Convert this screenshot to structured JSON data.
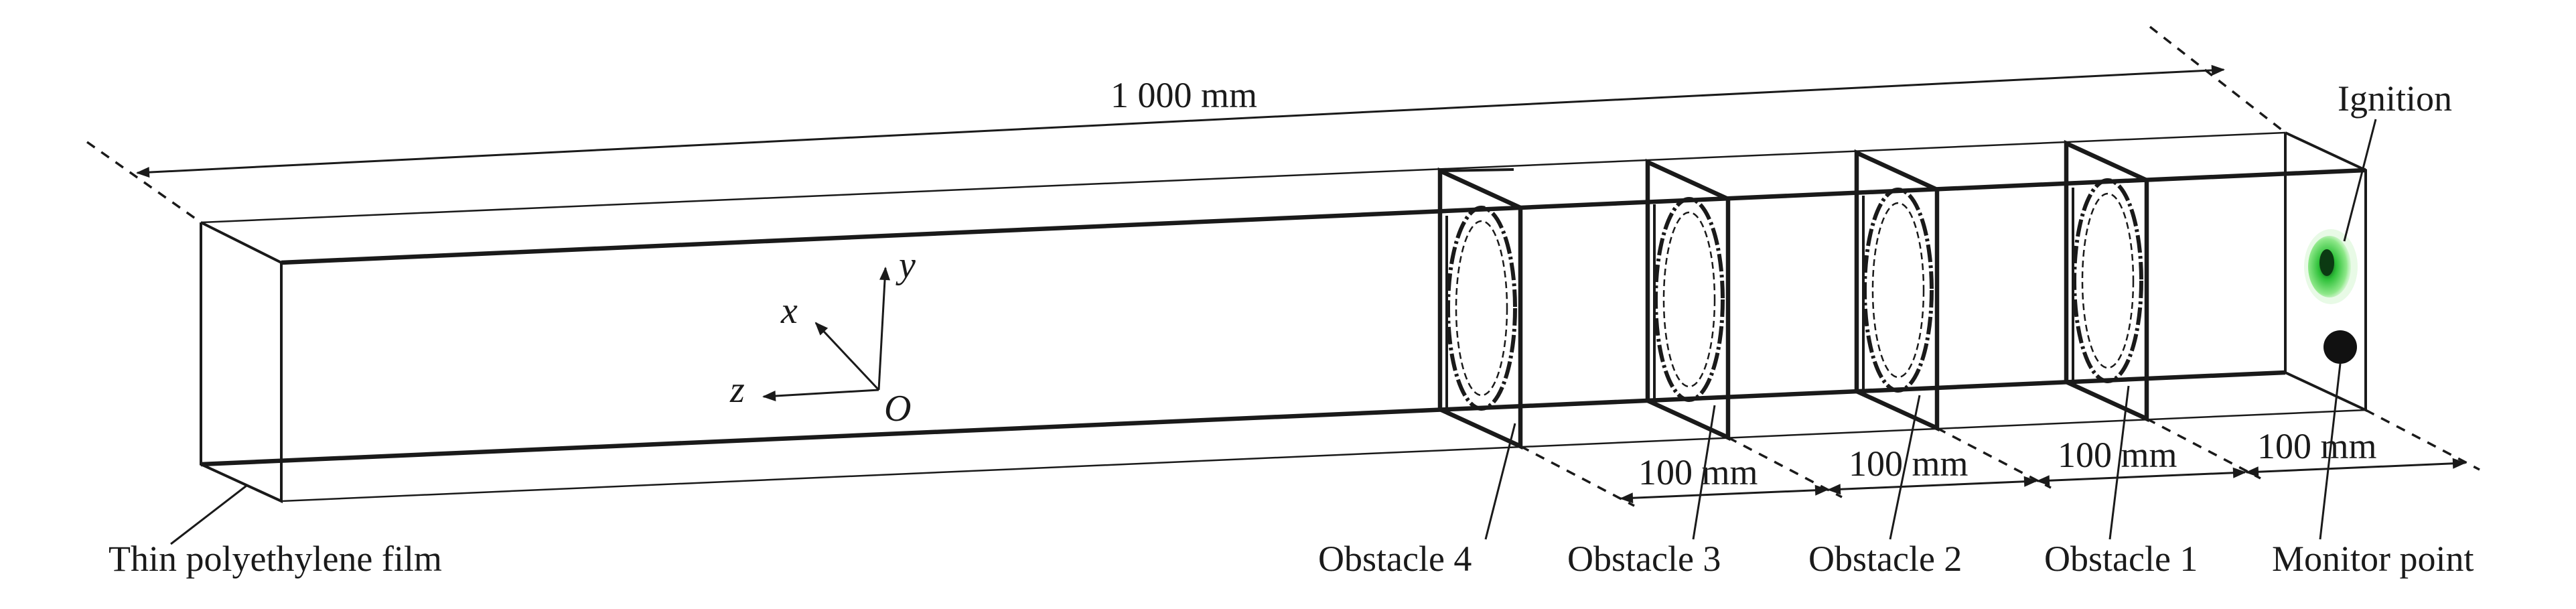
{
  "dimensions": {
    "total_length": "1 000 mm",
    "spacing_1": "100 mm",
    "spacing_2": "100 mm",
    "spacing_3": "100 mm",
    "spacing_4": "100 mm"
  },
  "axes": {
    "x": "x",
    "y": "y",
    "z": "z",
    "origin": "O"
  },
  "labels": {
    "film": "Thin polyethylene film",
    "obstacle_4": "Obstacle 4",
    "obstacle_3": "Obstacle 3",
    "obstacle_2": "Obstacle 2",
    "obstacle_1": "Obstacle 1",
    "monitor": "Monitor point",
    "ignition": "Ignition"
  },
  "colors": {
    "line": "#1a1a1a",
    "ignition": "#3fcf3a",
    "monitor": "#111111"
  }
}
